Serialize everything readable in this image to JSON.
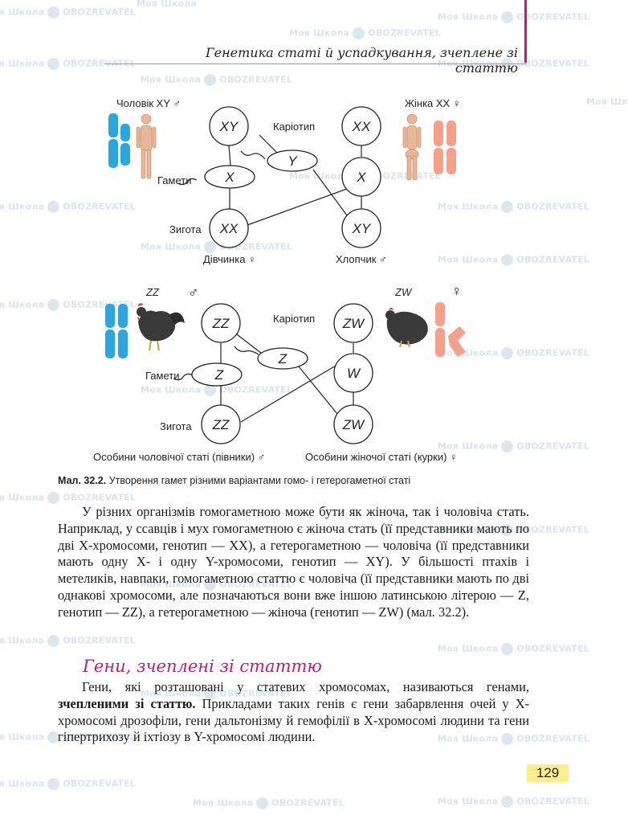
{
  "header": {
    "title": "Генетика статі й успадкування, зчеплене зі статтю",
    "accent_color": "#c2187a"
  },
  "watermarks": {
    "school": "Моя Школа",
    "brand": "OBOZREVATEL"
  },
  "figure": {
    "human": {
      "male_label": "Чоловік XY ♂",
      "female_label": "Жінка XX ♀",
      "karyotype_label": "Каріотип",
      "gametes_label": "Гамети",
      "zygote_label": "Зигота",
      "girl_label": "Дівчинка ♀",
      "boy_label": "Хлопчик ♂",
      "cells": {
        "male": "XY",
        "female": "XX",
        "gamete_x": "X",
        "gamete_y": "Y",
        "gamete_female": "X",
        "zygote_girl": "XX",
        "zygote_boy": "XY"
      },
      "male_chromosome_color": "#2ba7e0",
      "female_chromosome_color": "#f4a08c"
    },
    "bird": {
      "male_label": "ZZ",
      "female_label": "ZW",
      "karyotype_label": "Каріотип",
      "gametes_label": "Гамети",
      "zygote_label": "Зигота",
      "male_sex_label": "Особини чоловічої статі (півники) ♂",
      "female_sex_label": "Особини жіночої статі (курки) ♀",
      "cells": {
        "male": "ZZ",
        "female": "ZW",
        "gamete_z": "Z",
        "gamete_z2": "Z",
        "gamete_w": "W",
        "zygote_male": "ZZ",
        "zygote_female": "ZW"
      }
    },
    "caption_num": "Мал. 32.2.",
    "caption_text": "Утворення гамет різними варіантами гомо- і гетерогаметної статі"
  },
  "body": {
    "paragraph1": "У різних організмів гомогаметною може бути як жіноча, так і чоловіча стать. Наприклад, у ссавців і мух гомогаметною є жіноча стать (її представники мають по дві X-хромосоми, генотип — XX), а гетерогаметною — чоловіча (її представники мають одну X- і одну Y-хромосоми, генотип — XY). У більшості птахів і метеликів, навпаки, гомогаметною статтю є чоловіча (її представники мають по дві однакові хромосоми, але позначаються вони вже іншою латинською літерою — Z, генотип — ZZ), а гетерогаметною — жіноча (генотип — ZW) (мал. 32.2).",
    "section_title": "Гени, зчеплені зі статтю",
    "paragraph2_a": "Гени, які розташовані у статевих хромосомах, називаються генами, ",
    "paragraph2_bold": "зчепленими зі статтю.",
    "paragraph2_b": " Прикладами таких генів є гени забарвлення очей у X-хромосомі дрозофіли, гени дальтонізму й гемофілії в X-хромосомі людини та гени гіпертрихозу й іхтіозу в Y-хромосомі людини."
  },
  "page_number": "129"
}
